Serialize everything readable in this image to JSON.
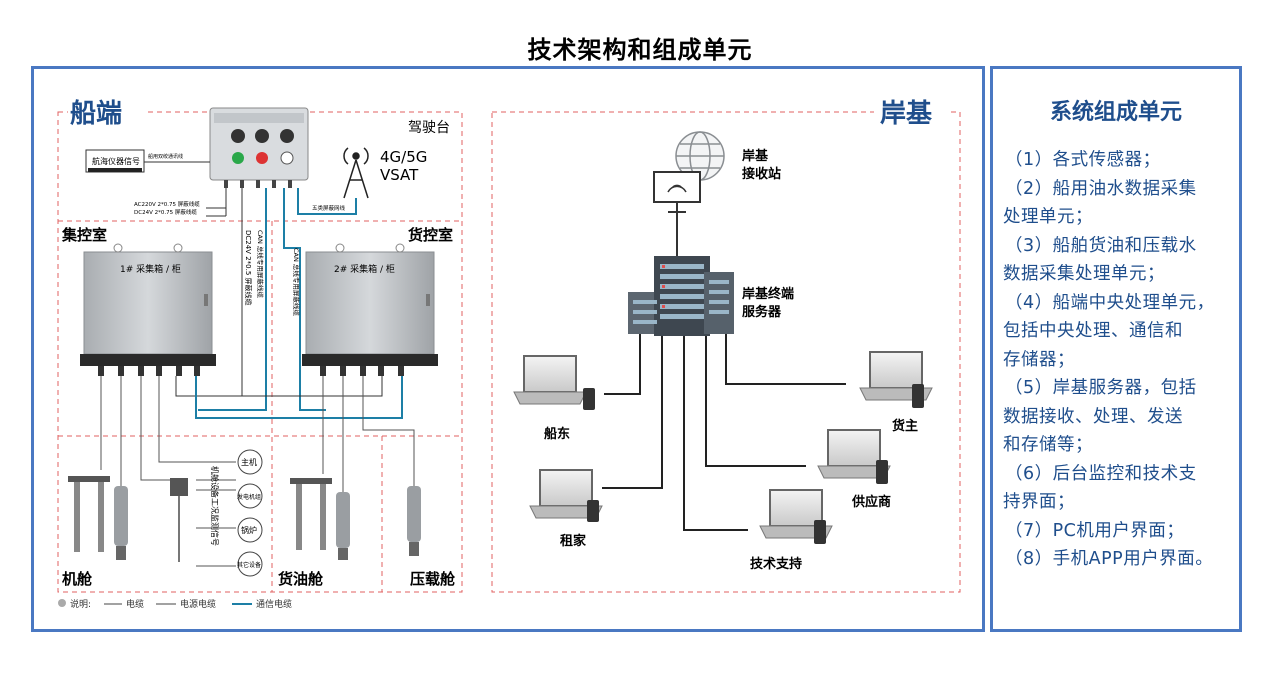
{
  "page_title": "技术架构和组成单元",
  "left": {
    "ship_label": "船端",
    "shore_label": "岸基",
    "bridge_label": "驾驶台",
    "comm_label_line1": "4G/5G",
    "comm_label_line2": "VSAT",
    "nav_signal_label": "航海仪器信号",
    "nav_cable_label": "船用双绞通讯线",
    "power_ac_label": "AC220V 2*0.75 屏蔽线缆",
    "power_dc_label": "DC24V 2*0.75 屏蔽线缆",
    "type5_cable_label": "五类屏蔽网线",
    "dc_cable_vertical": "DC24V 2*0.5 屏蔽线缆",
    "can_cable_vertical_1": "CAN 总线专用屏蔽线缆",
    "can_cable_vertical_2": "CAN 总线专用屏蔽线缆",
    "engine_control_room": "集控室",
    "cargo_control_room": "货控室",
    "cabinet_1": "1# 采集箱 / 柜",
    "cabinet_2": "2# 采集箱 / 柜",
    "engine_room": "机舱",
    "cargo_tank": "货油舱",
    "ballast_tank": "压载舱",
    "engine_signal_vertical": "机舱设备工况监测信号",
    "equipment": [
      "主机",
      "发电机组",
      "锅炉",
      "其它设备"
    ],
    "legend_prefix": "说明:",
    "legend_items": [
      "电缆",
      "电源电缆",
      "通信电缆"
    ]
  },
  "shore": {
    "receiving_station": [
      "岸基",
      "接收站"
    ],
    "terminal_server": [
      "岸基终端",
      "服务器"
    ],
    "clients": {
      "ship_owner": "船东",
      "cargo_owner": "货主",
      "supplier": "供应商",
      "lessee": "租家",
      "tech_support": "技术支持"
    }
  },
  "right": {
    "title": "系统组成单元",
    "units": [
      [
        "（1）各式传感器；"
      ],
      [
        "（2）船用油水数据采集",
        "处理单元；"
      ],
      [
        "（3）船舶货油和压载水",
        "数据采集处理单元；"
      ],
      [
        "（4）船端中央处理单元，",
        "包括中央处理、通信和",
        "存储器；"
      ],
      [
        "（5）岸基服务器，包括",
        "数据接收、处理、发送",
        "和存储等；"
      ],
      [
        "（6）后台监控和技术支",
        "持界面；"
      ],
      [
        "（7）PC机用户界面；"
      ],
      [
        "（8）手机APP用户界面。"
      ]
    ]
  },
  "colors": {
    "frame": "#4a78c2",
    "dashed": "#e06060",
    "heading_blue": "#1f4e8c",
    "comm_cable": "#1d7fa6",
    "cabinet": "#b9bcbf"
  }
}
